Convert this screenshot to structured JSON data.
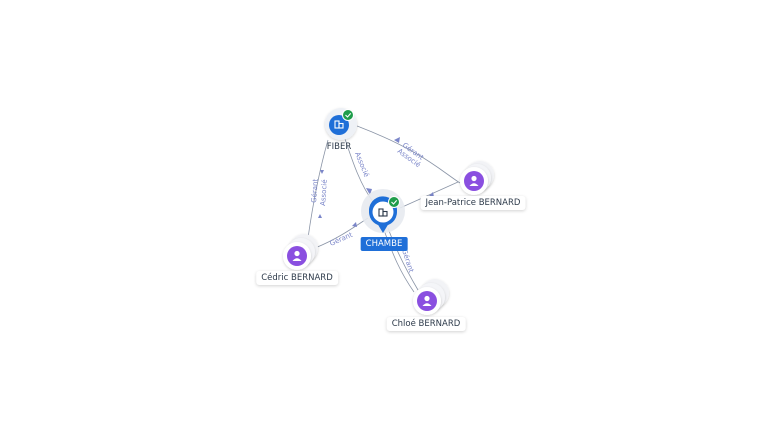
{
  "colors": {
    "company": "#1f6fd8",
    "person": "#8a4fe0",
    "verified": "#1f9d4b",
    "edge": "#8a94a6",
    "edge_label": "#7b86c9"
  },
  "nodes": {
    "center": {
      "label": "CHAMBE",
      "icon": "company-building-icon",
      "verified": true
    },
    "fiber": {
      "label": "FIBER",
      "icon": "company-building-icon",
      "verified": true
    },
    "jean_patrice": {
      "label": "Jean-Patrice BERNARD",
      "icon": "person-icon"
    },
    "cedric": {
      "label": "Cédric BERNARD",
      "icon": "person-icon"
    },
    "chloe": {
      "label": "Chloé BERNARD",
      "icon": "person-icon"
    }
  },
  "edges": {
    "fiber_center": "Associé",
    "jp_fiber_1": "Gérant",
    "jp_fiber_2": "Associé",
    "cedric_fiber_1": "Gérant",
    "cedric_fiber_2": "Associé",
    "cedric_center": "Gérant",
    "chloe_center": "Gérant"
  }
}
